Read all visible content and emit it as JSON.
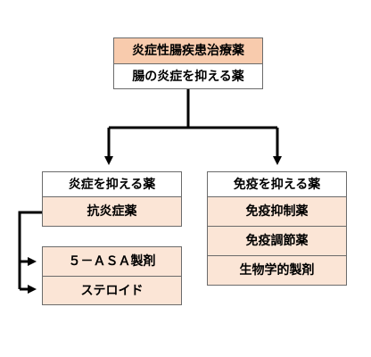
{
  "root": {
    "title": "炎症性腸疾患治療薬",
    "subtitle": "腸の炎症を抑える薬"
  },
  "left_branch": {
    "heading": "炎症を抑える薬",
    "items": [
      "抗炎症薬"
    ],
    "sub_items": [
      "５－ＡＳＡ製剤",
      "ステロイド"
    ]
  },
  "right_branch": {
    "heading": "免疫を抑える薬",
    "items": [
      "免疫抑制薬",
      "免疫調節薬",
      "生物学的製剤"
    ]
  },
  "colors": {
    "root_fill": "#f8cbad",
    "item_fill": "#fbe5d6",
    "border": "#6b6b6b",
    "arrow": "#000000"
  }
}
